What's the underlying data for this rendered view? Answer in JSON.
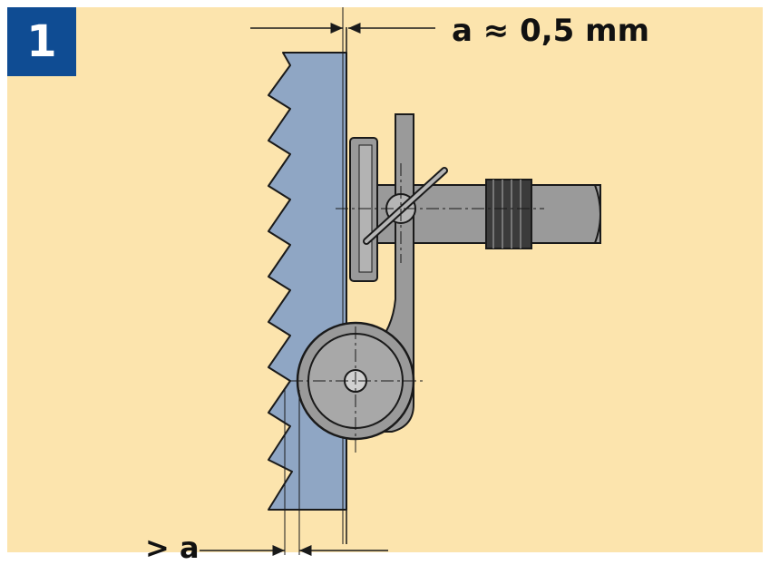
{
  "figure": {
    "number_badge": "1",
    "top_dimension_label": "a ≈ 0,5 mm",
    "bottom_dimension_label": "> a"
  },
  "colors": {
    "background": "#fce4ad",
    "badge": "#0f4c93",
    "blade": "#8fa6c4",
    "guide_parts": "#9a9a9a",
    "outline": "#1a1a1a"
  },
  "icons": {
    "saw_blade": "band-saw-blade-icon",
    "guide": "blade-guide-roller-icon"
  }
}
